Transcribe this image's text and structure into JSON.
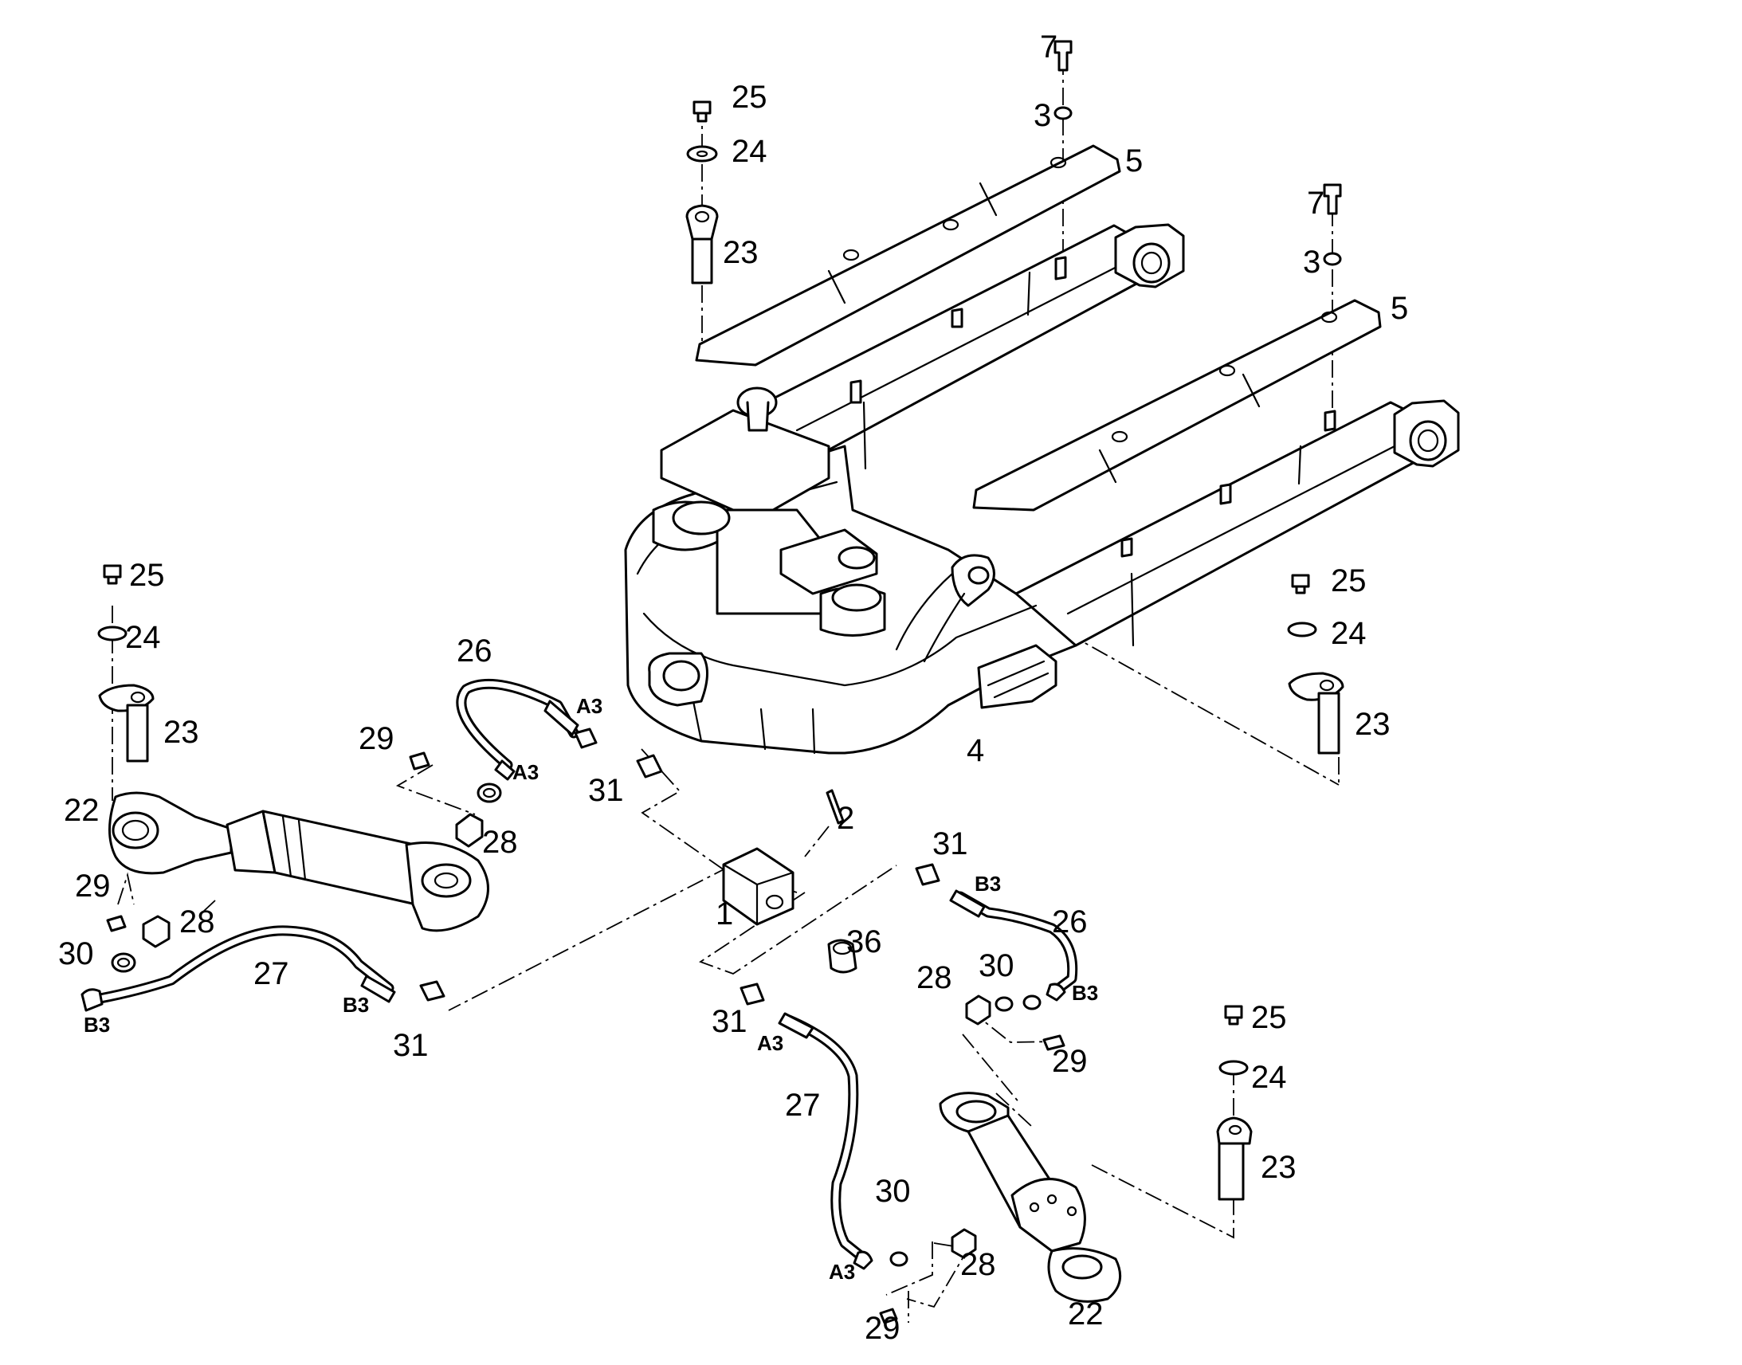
{
  "diagram": {
    "part_numbers": {
      "n7a": "7",
      "n3a": "3",
      "n5a": "5",
      "n7b": "7",
      "n3b": "3",
      "n5b": "5",
      "n25a": "25",
      "n24a": "24",
      "n23a": "23",
      "n25b": "25",
      "n24b": "24",
      "n23b": "23",
      "n25c": "25",
      "n24c": "24",
      "n23c": "23",
      "n25d": "25",
      "n24d": "24",
      "n23d": "23",
      "n4": "4",
      "n2": "2",
      "n1": "1",
      "n36": "36",
      "n26a": "26",
      "n26b": "26",
      "n27a": "27",
      "n27b": "27",
      "n31a": "31",
      "n31b": "31",
      "n31c": "31",
      "n31d": "31",
      "n29a": "29",
      "n29b": "29",
      "n29c": "29",
      "n29d": "29",
      "n28a": "28",
      "n28b": "28",
      "n28c": "28",
      "n28d": "28",
      "n30a": "30",
      "n30b": "30",
      "n30c": "30",
      "n22a": "22",
      "n22b": "22"
    },
    "port_labels": {
      "a3_top_hose_end": "A3",
      "a3_left_cylinder": "A3",
      "b3_left_hose_end": "B3",
      "b3_left_hose_start": "B3",
      "b3_right_hose_start": "B3",
      "b3_right_cylinder": "B3",
      "a3_right_hose_start": "A3",
      "a3_right_hose_end": "A3"
    }
  }
}
